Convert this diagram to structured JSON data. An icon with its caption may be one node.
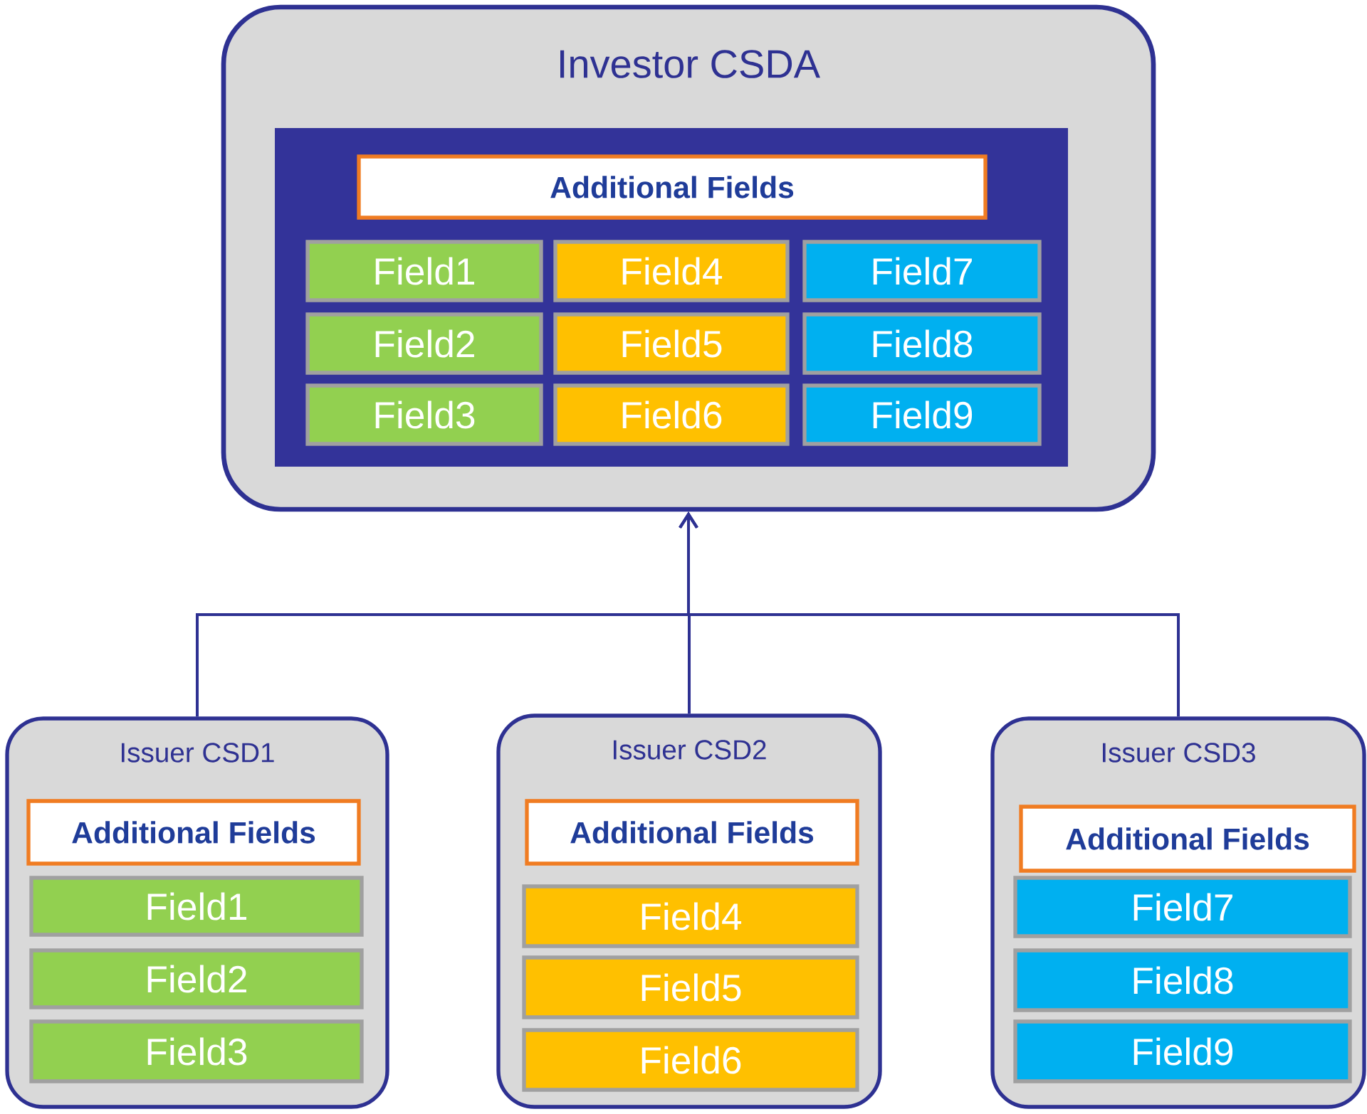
{
  "diagram": {
    "nodes": [
      {
        "text": [
          "Investor CSDA"
        ]
      },
      {
        "text": [],
        "shape": "box",
        "in": 0
      },
      {
        "text": [
          "Additional Fields"
        ],
        "in": 1
      },
      {
        "text": [
          "Field1"
        ],
        "in": 1
      },
      {
        "text": [
          "Field2"
        ],
        "in": 1
      },
      {
        "text": [
          "Field3"
        ],
        "in": 1
      },
      {
        "text": [
          "Field4"
        ],
        "in": 1
      },
      {
        "text": [
          "Field5"
        ],
        "in": 1
      },
      {
        "text": [
          "Field6"
        ],
        "in": 1
      },
      {
        "text": [
          "Field7"
        ],
        "in": 1
      },
      {
        "text": [
          "Field8"
        ],
        "in": 1
      },
      {
        "text": [
          "Field9"
        ],
        "in": 1
      },
      {
        "text": [
          "Issuer CSD1"
        ]
      },
      {
        "text": [
          "Additional Fields"
        ],
        "in": 12
      },
      {
        "text": [
          "Field1"
        ],
        "in": 12
      },
      {
        "text": [
          "Field2"
        ],
        "in": 12
      },
      {
        "text": [
          "Field3"
        ],
        "in": 12
      },
      {
        "text": [
          "Issuer CSD2"
        ]
      },
      {
        "text": [
          "Additional Fields"
        ],
        "in": 17
      },
      {
        "text": [
          "Field4"
        ],
        "in": 17
      },
      {
        "text": [
          "Field5"
        ],
        "in": 17
      },
      {
        "text": [
          "Field6"
        ],
        "in": 17
      },
      {
        "text": [
          "Issuer CSD3"
        ]
      },
      {
        "text": [
          "Additional Fields"
        ],
        "in": 22
      },
      {
        "text": [
          "Field7"
        ],
        "in": 22
      },
      {
        "text": [
          "Field8"
        ],
        "in": 22
      },
      {
        "text": [
          "Field9"
        ],
        "in": 22
      }
    ],
    "edges": [
      {
        "from": 12,
        "to": 0,
        "arrow": "to"
      },
      {
        "from": 17,
        "to": 0,
        "arrow": "to"
      },
      {
        "from": 22,
        "to": 0,
        "arrow": "to"
      }
    ]
  }
}
